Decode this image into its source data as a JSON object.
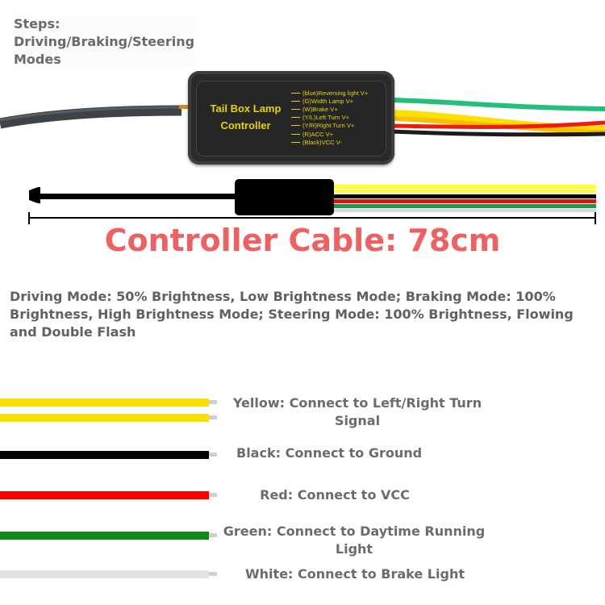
{
  "header": {
    "steps_title": "Steps:",
    "steps_subtitle": "Driving/Braking/Steering",
    "steps_subtitle2": "Modes"
  },
  "controller": {
    "title_line1": "Tail Box Lamp",
    "title_line2": "Controller",
    "text_color": "#e8d400",
    "pins": [
      "(blue)Reversing light V+",
      "(G)Width Lamp V+",
      "(W)Brake V+",
      "(Y/L)Left Turn V+",
      "(Y/R)Right Turn V+",
      "(R)ACC V+",
      "(Black)VCC V-"
    ]
  },
  "cable": {
    "label": "Controller Cable: 78cm",
    "label_color": "#f06060",
    "wire_colors": [
      "#ffff33",
      "#ffff33",
      "#000000",
      "#e41010",
      "#1a9a45",
      "#d8d8d8"
    ]
  },
  "description": "Driving Mode: 50% Brightness, Low Brightness Mode; Braking Mode: 100% Brightness, High Brightness Mode; Steering Mode: 100% Brightness, Flowing and Double Flash",
  "wires": [
    {
      "color_name": "Yellow",
      "color": "#fadf00",
      "label": "Yellow: Connect to Left/Right Turn Signal"
    },
    {
      "color_name": "Black",
      "color": "#050505",
      "label": "Black: Connect to Ground"
    },
    {
      "color_name": "Red",
      "color": "#fb0000",
      "label": "Red: Connect to VCC"
    },
    {
      "color_name": "Green",
      "color": "#0e8a1a",
      "label": "Green: Connect to Daytime Running Light"
    },
    {
      "color_name": "White",
      "color": "#e3e3e3",
      "label": "White: Connect to Brake Light"
    }
  ]
}
